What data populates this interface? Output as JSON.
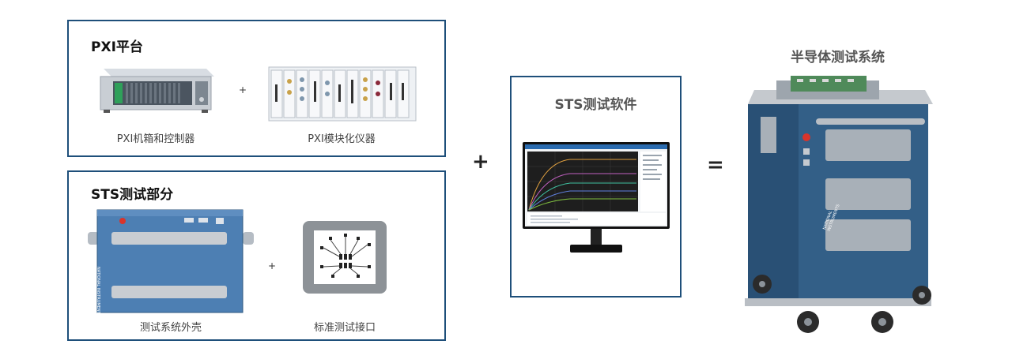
{
  "pxi_panel": {
    "title": "PXI平台",
    "chassis_caption": "PXI机箱和控制器",
    "modules_caption": "PXI模块化仪器",
    "plus": "+"
  },
  "sts_panel": {
    "title": "STS测试部分",
    "enclosure_caption": "测试系统外壳",
    "interface_caption": "标准测试接口",
    "plus": "+",
    "brand_text": "NATIONAL INSTRUMENTS"
  },
  "software_panel": {
    "title": "STS测试软件"
  },
  "result": {
    "title": "半导体测试系统",
    "brand_text": "NATIONAL INSTRUMENTS"
  },
  "operators": {
    "plus": "+",
    "equals": "="
  },
  "colors": {
    "panel_border": "#1e4f7a",
    "cabinet_blue": "#2f5a80",
    "enclosure_blue": "#4d7fb3"
  }
}
